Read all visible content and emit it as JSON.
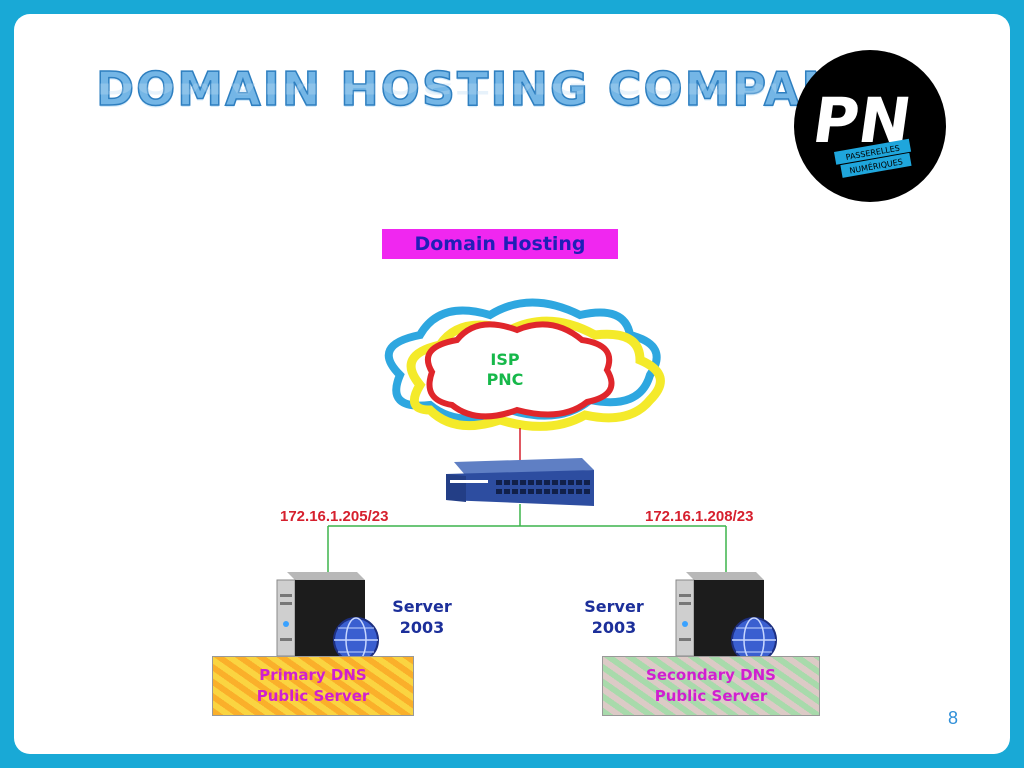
{
  "slide": {
    "title": "DOMAIN HOSTING COMPANY",
    "subtitle": "Domain Hosting",
    "page_number": "8"
  },
  "logo": {
    "initials": "PN",
    "line1": "PASSERELLES",
    "line2": "NUMÉRIQUES"
  },
  "network": {
    "cloud": {
      "line1": "ISP",
      "line2": "PNC"
    },
    "left_ip": "172.16.1.205/23",
    "right_ip": "172.16.1.208/23",
    "left_server": {
      "line1": "Server",
      "line2": "2003"
    },
    "right_server": {
      "line1": "Server",
      "line2": "2003"
    },
    "primary_dns": {
      "line1": "Primary DNS",
      "line2": "Public Server"
    },
    "secondary_dns": {
      "line1": "Secondary DNS",
      "line2": "Public Server"
    }
  },
  "colors": {
    "frame": "#19a9d6",
    "title": "#74b6e6",
    "subtitle_bg": "#f027f0",
    "ip_text": "#d6202e",
    "server_text": "#1c2f9a",
    "dns_text": "#d01fd0",
    "link_line": "#3cb44b",
    "uplink_line": "#d6202e"
  }
}
